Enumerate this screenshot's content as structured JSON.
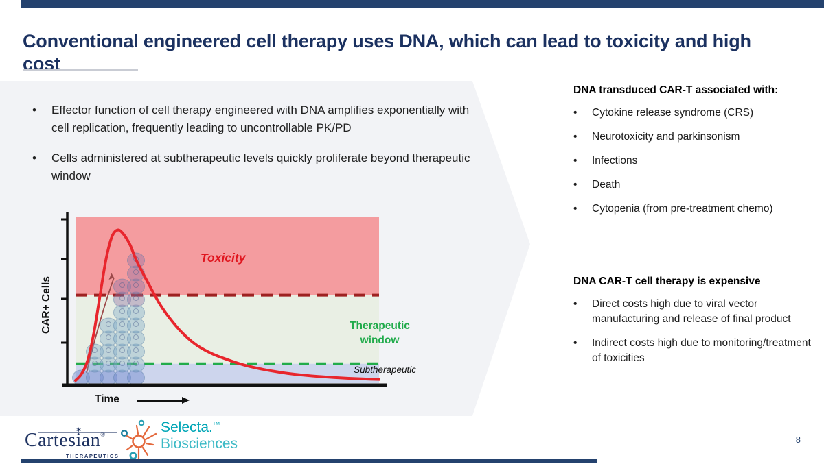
{
  "slide": {
    "title": "Conventional engineered cell therapy uses DNA, which can lead to toxicity and high cost",
    "page_number": "8"
  },
  "left_panel": {
    "bullets": [
      "Effector function of cell therapy engineered with DNA amplifies exponentially with cell replication, frequently leading to uncontrollable PK/PD",
      "Cells administered at subtherapeutic levels quickly proliferate beyond therapeutic window"
    ]
  },
  "chart_data": {
    "type": "line",
    "title": "",
    "xlabel": "Time",
    "ylabel": "CAR+ Cells",
    "x_axis": {
      "ticks": "none",
      "arrow_label": "Time"
    },
    "y_axis": {
      "ticks": "unlabeled",
      "range_norm": [
        0,
        100
      ]
    },
    "zones": [
      {
        "name": "toxicity",
        "label": "Toxicity",
        "from": 53,
        "to": 100,
        "fill": "#f49c9f",
        "label_color": "#e0161f"
      },
      {
        "name": "therapeutic-window",
        "label": "Therapeutic window",
        "from": 12,
        "to": 53,
        "fill": "#e9efe4",
        "label_color": "#21ab4b"
      },
      {
        "name": "subtherapeutic",
        "label": "Subtherapeutic",
        "from": 0,
        "to": 12,
        "fill": "#cdd5ed",
        "label_color": "#121212"
      }
    ],
    "thresholds": [
      {
        "name": "toxicity-threshold",
        "value": 53,
        "style": "dashed",
        "color": "#9e2121"
      },
      {
        "name": "therapeutic-minimum",
        "value": 12,
        "style": "dashed",
        "color": "#22ac4a"
      }
    ],
    "series": [
      {
        "name": "CAR+ cell expansion over time",
        "color": "#e8262d",
        "x": [
          0,
          2,
          4,
          6,
          8,
          10,
          12,
          14,
          16,
          18,
          20,
          24,
          28,
          32,
          36,
          40,
          45,
          50,
          55,
          60,
          65,
          70,
          75,
          80,
          85,
          90,
          95,
          100
        ],
        "y": [
          2,
          6,
          14,
          30,
          52,
          74,
          88,
          92,
          89,
          83,
          74,
          60,
          47,
          37,
          29,
          23,
          18,
          14.5,
          11.5,
          9.3,
          7.6,
          6.2,
          5.2,
          4.4,
          3.8,
          3.3,
          2.9,
          2.6
        ]
      }
    ],
    "legend": "none",
    "grid": false
  },
  "right_panel": {
    "section1": {
      "heading": "DNA transduced CAR-T associated with:",
      "items": [
        "Cytokine release syndrome (CRS)",
        "Neurotoxicity and parkinsonism",
        "Infections",
        "Death",
        "Cytopenia (from pre-treatment chemo)"
      ]
    },
    "section2": {
      "heading": "DNA CAR-T cell therapy is expensive",
      "items": [
        "Direct costs high due to viral vector manufacturing and release of final product",
        "Indirect costs high due to monitoring/treatment of toxicities"
      ]
    }
  },
  "footer": {
    "cartesian_logo": {
      "name": "Cartesian",
      "registered": "®",
      "sub": "THERAPEUTICS"
    },
    "selecta_logo": {
      "name": "Selecta.",
      "tm": "TM",
      "sub": "Biosciences"
    },
    "page": "8"
  },
  "colors": {
    "navy": "#24426e",
    "title_navy": "#1b3160",
    "panel_gray": "#f2f3f6",
    "curve_red": "#e8262d",
    "toxicity_fill": "#f49c9f",
    "therapeutic_fill": "#e9efe4",
    "subtherapeutic_fill": "#cdd5ed",
    "dashed_red": "#9e2121",
    "dashed_green": "#22ac4a",
    "selecta_teal": "#00a6b6",
    "selecta_teal_light": "#3ab9c5",
    "selecta_orange": "#e4683c",
    "cartesian_navy": "#1d3160"
  }
}
